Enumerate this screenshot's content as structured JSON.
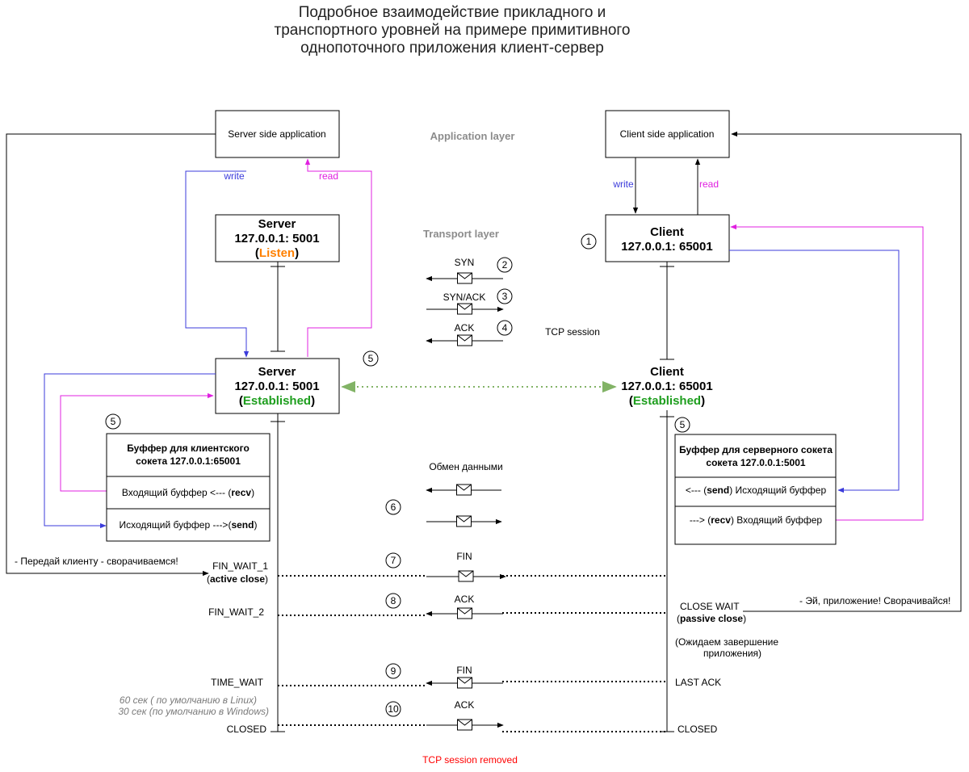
{
  "title": {
    "line1": "Подробное взаимодействие прикладного и",
    "line2": "транспортного уровней на примере примитивного",
    "line3": "однопоточного приложения клиент-сервер"
  },
  "layers": {
    "application": "Application layer",
    "transport": "Transport layer",
    "tcp_session": "TCP session",
    "tcp_removed": "TCP session removed"
  },
  "server_app": {
    "label": "Server side application",
    "write": "write",
    "read": "read"
  },
  "client_app": {
    "label": "Client side application",
    "write": "write",
    "read": "read"
  },
  "server_listen": {
    "title": "Server",
    "addr": "127.0.0.1: 5001",
    "state": "Listen",
    "open": "(",
    "close": ")"
  },
  "client_init": {
    "title": "Client",
    "addr": "127.0.0.1: 65001"
  },
  "server_est": {
    "title": "Server",
    "addr": "127.0.0.1: 5001",
    "state": "Established",
    "open": "(",
    "close": ")"
  },
  "client_est": {
    "title": "Client",
    "addr": "127.0.0.1: 65001",
    "state": "Established",
    "open": "(",
    "close": ")"
  },
  "server_buffer": {
    "title1": "Буффер для клиентского",
    "title2": "сокета 127.0.0.1:65001",
    "in_pre": "Входящий буффер <--- (",
    "in_kw": "recv",
    "in_post": ")",
    "out_pre": "Исходящий буффер --->(",
    "out_kw": "send",
    "out_post": ")"
  },
  "client_buffer": {
    "title1": "Буффер для серверного сокета",
    "title2": "сокета 127.0.0.1:5001",
    "out_pre": "<--- (",
    "out_kw": "send",
    "out_post": ") Исходящий буффер",
    "in_pre": "---> (",
    "in_kw": "recv",
    "in_post": ") Входящий буффер"
  },
  "handshake": {
    "syn": "SYN",
    "synack": "SYN/ACK",
    "ack": "ACK"
  },
  "exchange": "Обмен данными",
  "close": {
    "fin1": "FIN",
    "ack1": "ACK",
    "fin2": "FIN",
    "ack2": "ACK"
  },
  "server_states": {
    "fin_wait_1": "FIN_WAIT_1",
    "active_close_open": "(",
    "active_close": "active close",
    "active_close_close": ")",
    "fin_wait_2": "FIN_WAIT_2",
    "time_wait": "TIME_WAIT",
    "closed": "CLOSED",
    "tw_note1": "60 сек ( по умолчанию в Linux)",
    "tw_note2": "30 сек (по умолчанию в Windows)"
  },
  "client_states": {
    "close_wait": "CLOSE WAIT",
    "passive_close_open": "(",
    "passive_close": "passive close",
    "passive_close_close": ")",
    "waiting1": "(Ожидаем завершение",
    "waiting2": "приложения)",
    "last_ack": "LAST ACK",
    "closed": "CLOSED"
  },
  "notes": {
    "server_cmd": "- Передай клиенту - сворачиваемся!",
    "client_cmd": "- Эй, приложение! Сворачивайся!"
  },
  "steps": [
    "1",
    "2",
    "3",
    "4",
    "5",
    "5",
    "5",
    "6",
    "7",
    "8",
    "9",
    "10"
  ],
  "colors": {
    "listen": "#ff8000",
    "established": "#1e9e1e",
    "write_line": "#3b3bdb",
    "read_line": "#e020e0",
    "tcp_removed": "#ff0000",
    "session_link": "#82b366",
    "layer_label": "#8c8c8c"
  }
}
